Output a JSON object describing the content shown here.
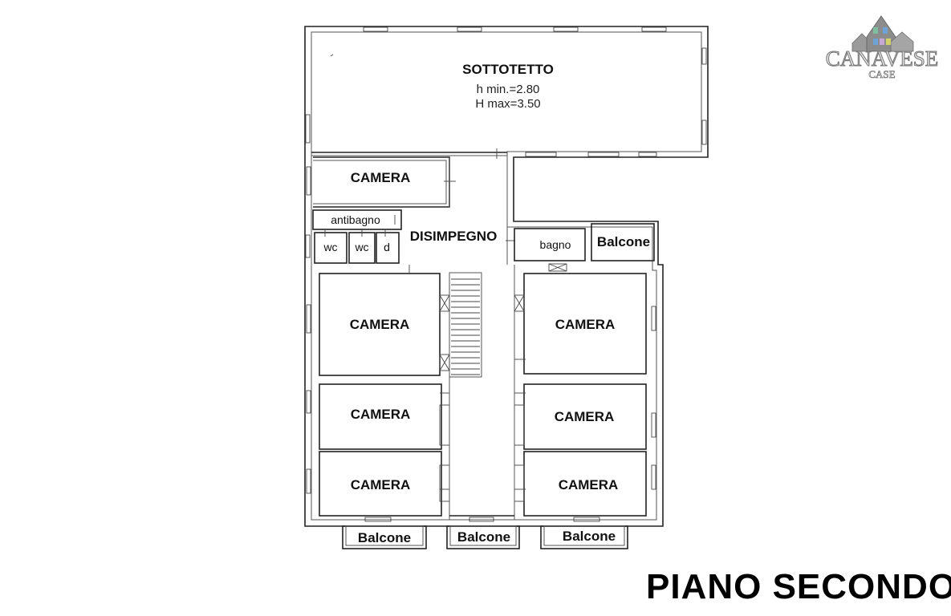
{
  "plan": {
    "title": "PIANO SECONDO",
    "rooms": {
      "sottotetto": "SOTTOTETTO",
      "h_min": "h min.=2.80",
      "h_max": "H max=3.50",
      "camera": "CAMERA",
      "antibagno": "antibagno",
      "wc": "wc",
      "d": "d",
      "disimpegno": "DISIMPEGNO",
      "bagno": "bagno",
      "balcone": "Balcone"
    }
  },
  "logo": {
    "word": "CANAVESE",
    "sub": "CASE"
  }
}
